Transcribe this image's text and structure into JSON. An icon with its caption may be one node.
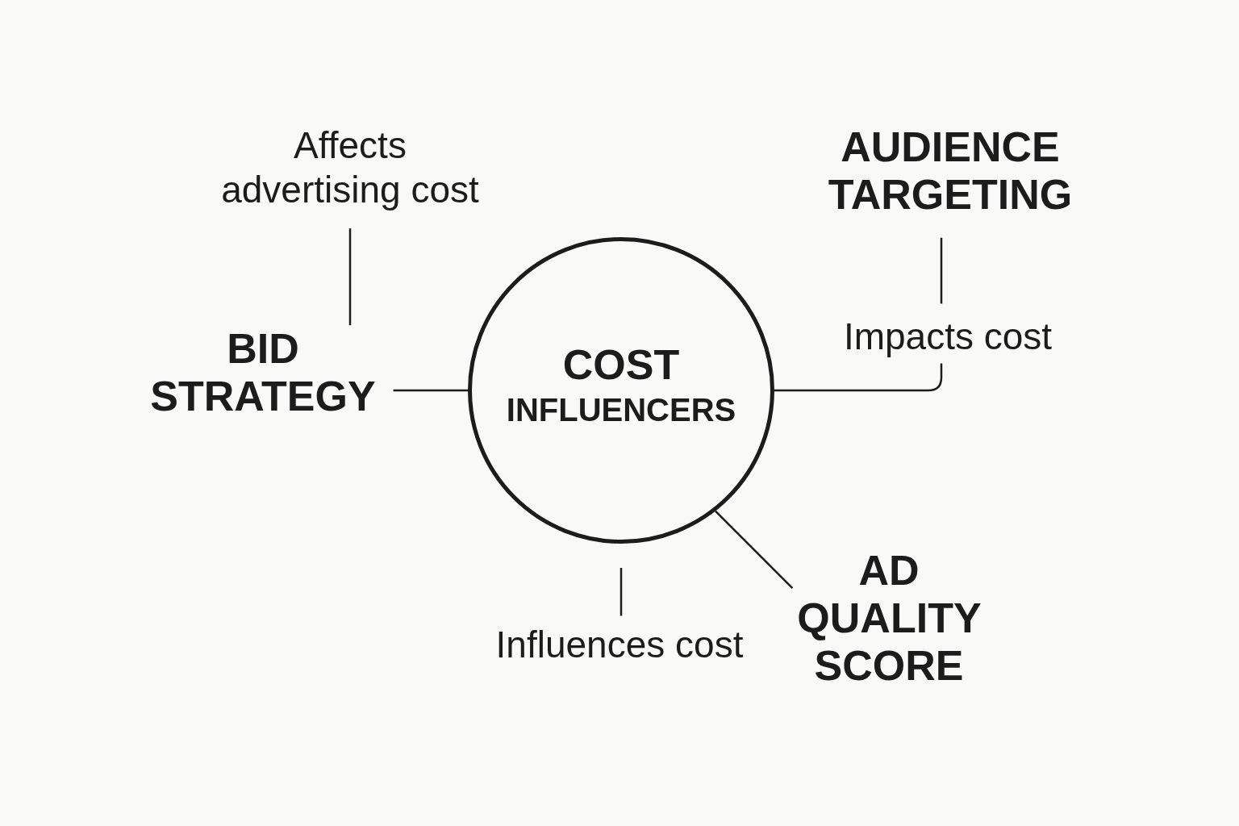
{
  "diagram": {
    "nodes": [
      {
        "text": [
          "Affects advertising cost"
        ]
      },
      {
        "text": [
          "AUDIENCE TARGETING"
        ]
      },
      {
        "text": [
          "Impacts cost"
        ]
      },
      {
        "text": [
          "BID STRATEGY"
        ]
      },
      {
        "text": [
          "COST",
          "INFLUENCERS"
        ]
      },
      {
        "text": [
          "AD QUALITY SCORE"
        ]
      },
      {
        "text": [
          "Influences cost"
        ]
      }
    ],
    "edges": [
      {
        "from": 0,
        "to": 3,
        "arrow": "none"
      },
      {
        "from": 1,
        "to": 2,
        "arrow": "none"
      },
      {
        "from": 4,
        "to": 3,
        "arrow": "none"
      },
      {
        "from": 4,
        "to": 2,
        "arrow": "none"
      },
      {
        "from": 4,
        "to": 5,
        "arrow": "none"
      },
      {
        "from": 4,
        "to": 6,
        "arrow": "none"
      }
    ]
  }
}
